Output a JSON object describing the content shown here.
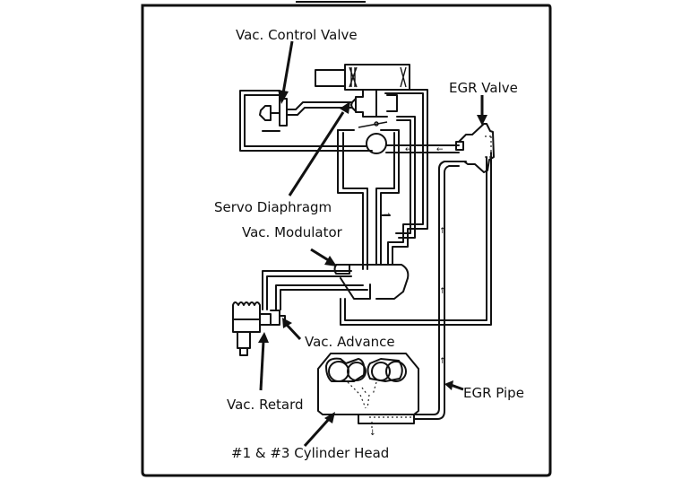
{
  "diagram": {
    "labels": {
      "vac_control_valve": "Vac. Control Valve",
      "egr_valve": "EGR Valve",
      "servo_diaphragm": "Servo Diaphragm",
      "vac_modulator": "Vac. Modulator",
      "vac_advance": "Vac. Advance",
      "vac_retard": "Vac. Retard",
      "egr_pipe": "EGR Pipe",
      "cylinder_head": "#1 & #3 Cylinder Head"
    },
    "flow_arrows": {
      "left": "←",
      "right": "→",
      "up": "↑",
      "down": "↓"
    },
    "colors": {
      "ink": "#111111",
      "paper": "#ffffff"
    }
  }
}
